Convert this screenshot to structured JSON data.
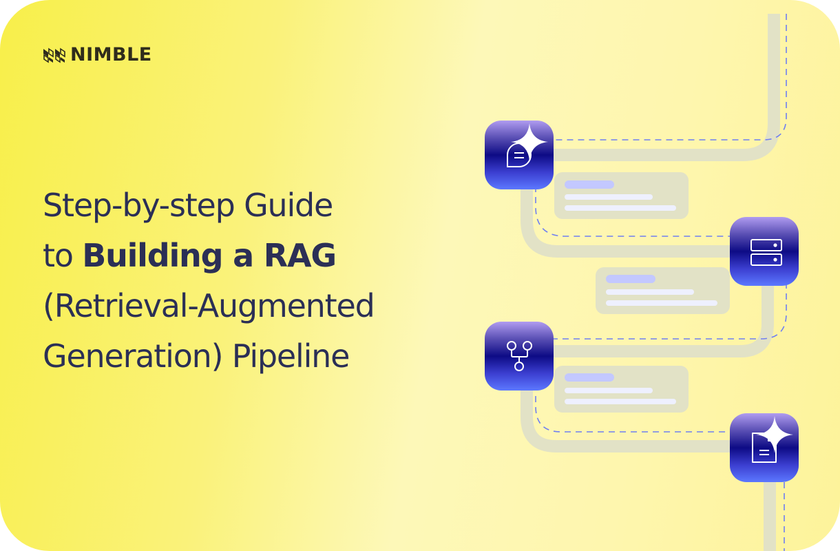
{
  "brand": {
    "name": "NIMBLE",
    "text_color": "#2f2c1c"
  },
  "headline": {
    "line1": "Step-by-step Guide",
    "line2_prefix": "to ",
    "line2_bold": "Building a RAG",
    "line3": "(Retrieval-Augmented",
    "line4": "Generation) Pipeline",
    "color": "#2b2f56"
  },
  "pipeline": {
    "steps": [
      {
        "icon": "chat-bubble-icon",
        "sparkle": true
      },
      {
        "icon": "server-database-icon",
        "sparkle": false
      },
      {
        "icon": "branch-merge-icon",
        "sparkle": false
      },
      {
        "icon": "document-icon",
        "sparkle": true
      }
    ],
    "colors": {
      "track": "#e2e2c6",
      "dash": "#6f7ef2",
      "placeholder_accent": "#c3c8ff",
      "placeholder_line": "#eef0ff"
    }
  }
}
